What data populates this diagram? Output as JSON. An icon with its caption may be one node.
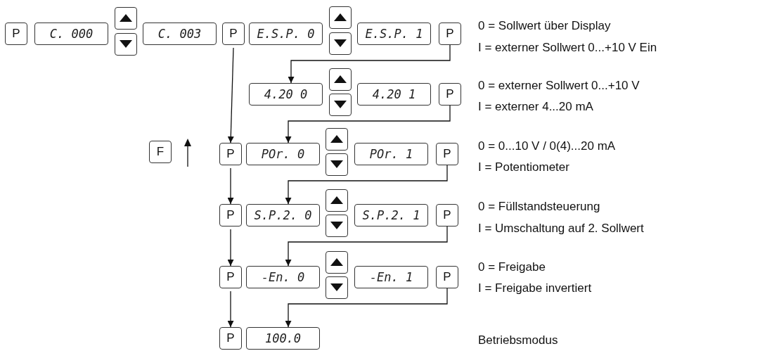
{
  "diagram": {
    "nodes": [
      {
        "text": [
          "P"
        ]
      },
      {
        "text": [
          "C. 000"
        ]
      },
      {
        "text": [],
        "shape": "box"
      },
      {
        "text": [],
        "shape": "box"
      },
      {
        "text": [
          "C. 003"
        ]
      },
      {
        "text": [
          "P"
        ]
      },
      {
        "text": [
          "E.S.P. 0"
        ]
      },
      {
        "text": [],
        "shape": "box"
      },
      {
        "text": [],
        "shape": "box"
      },
      {
        "text": [
          "E.S.P. 1"
        ]
      },
      {
        "text": [
          "P"
        ]
      },
      {
        "text": [
          "4.20 0"
        ]
      },
      {
        "text": [],
        "shape": "box"
      },
      {
        "text": [],
        "shape": "box"
      },
      {
        "text": [
          "4.20 1"
        ]
      },
      {
        "text": [
          "P"
        ]
      },
      {
        "text": [
          "F"
        ]
      },
      {
        "text": [
          "P"
        ]
      },
      {
        "text": [
          "POr. 0"
        ]
      },
      {
        "text": [],
        "shape": "box"
      },
      {
        "text": [],
        "shape": "box"
      },
      {
        "text": [
          "POr. 1"
        ]
      },
      {
        "text": [
          "P"
        ]
      },
      {
        "text": [
          "P"
        ]
      },
      {
        "text": [
          "S.P.2. 0"
        ]
      },
      {
        "text": [],
        "shape": "box"
      },
      {
        "text": [],
        "shape": "box"
      },
      {
        "text": [
          "S.P.2. 1"
        ]
      },
      {
        "text": [
          "P"
        ]
      },
      {
        "text": [
          "P"
        ]
      },
      {
        "text": [
          "-En. 0"
        ]
      },
      {
        "text": [],
        "shape": "box"
      },
      {
        "text": [],
        "shape": "box"
      },
      {
        "text": [
          "-En. 1"
        ]
      },
      {
        "text": [
          "P"
        ]
      },
      {
        "text": [
          "P"
        ]
      },
      {
        "text": [
          "100.0"
        ]
      }
    ],
    "edges": [
      {
        "from": 5,
        "to": 17,
        "arrow": "to"
      },
      {
        "from": 10,
        "to": 11,
        "arrow": "to"
      },
      {
        "from": 15,
        "to": 18,
        "arrow": "to"
      },
      {
        "from": 22,
        "to": 24,
        "arrow": "to"
      },
      {
        "from": 28,
        "to": 30,
        "arrow": "to"
      },
      {
        "from": 34,
        "to": 36,
        "arrow": "to"
      },
      {
        "from": 17,
        "to": 23,
        "arrow": "to"
      },
      {
        "from": 23,
        "to": 29,
        "arrow": "to"
      },
      {
        "from": 29,
        "to": 35,
        "arrow": "to"
      }
    ],
    "labels": [
      "0 = Sollwert über Display",
      "I = externer Sollwert 0...+10 V Ein",
      "0 = externer Sollwert 0...+10 V",
      "I = externer 4...20 mA",
      "0 = 0...10 V / 0(4)...20 mA",
      "I = Potentiometer",
      "0 = Füllstandsteuerung",
      "I = Umschaltung auf 2. Sollwert",
      "0 = Freigabe",
      "I = Freigabe invertiert",
      "Betriebsmodus"
    ]
  }
}
